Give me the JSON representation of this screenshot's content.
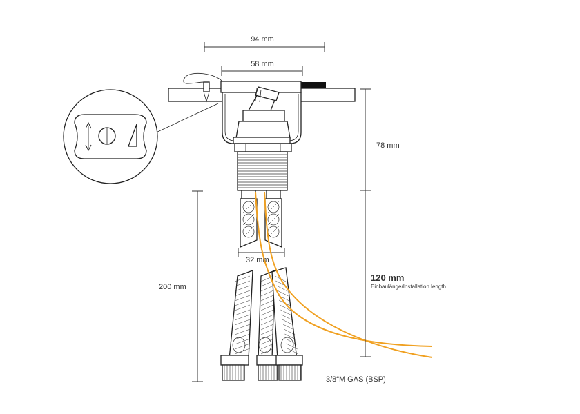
{
  "dimensions": {
    "width_outer": "94 mm",
    "width_inner": "58 mm",
    "height_top": "78 mm",
    "install_length_value": "120 mm",
    "install_length_caption": "Einbaulänge/Installation length",
    "hose_length": "200 mm",
    "hose_spacing": "32 mm"
  },
  "connection_label": "3/8“M GAS (BSP)",
  "colors": {
    "line": "#222222",
    "capillary": "#f0a020",
    "text": "#333333"
  },
  "icons": [
    "arrow-up-down-icon",
    "circle-slot-icon",
    "triangle-wedge-icon"
  ]
}
